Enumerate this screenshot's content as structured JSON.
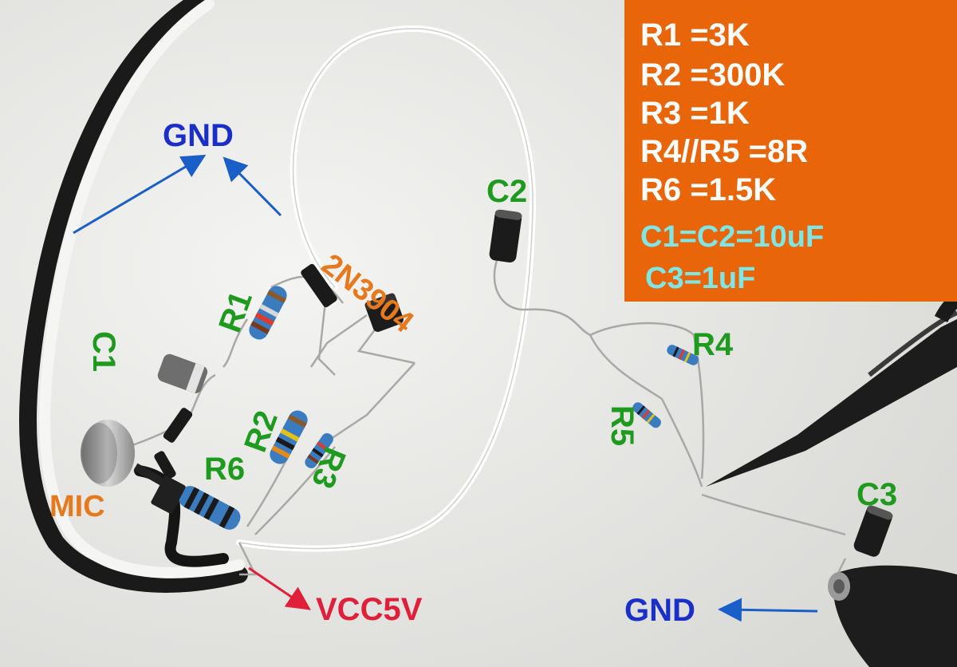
{
  "values_table": {
    "lines": [
      "R1 =3K",
      "R2 =300K",
      "R3 =1K",
      "R4//R5 =8R",
      "R6 =1.5K"
    ],
    "capacitor_lines": [
      "C1=C2=10uF",
      "C3=1uF"
    ],
    "background_color": "#e9650a",
    "text_color": "#ffffff",
    "capacitor_text_color": "#7fe6e6"
  },
  "labels": {
    "gnd_top": "GND",
    "gnd_bottom": "GND",
    "vcc": "VCC5V",
    "mic": "MIC",
    "transistor": "2N3904",
    "c1": "C1",
    "c2": "C2",
    "c3": "C3",
    "r1": "R1",
    "r2": "R2",
    "r3": "R3",
    "r4": "R4",
    "r5": "R5",
    "r6": "R6"
  },
  "colors": {
    "component_label": "#1e9a1e",
    "ground_label": "#1a2ec8",
    "vcc_label": "#e0203a",
    "part_label": "#e6791e",
    "ground_arrow": "#1a5ec8",
    "vcc_arrow": "#e0203a"
  }
}
